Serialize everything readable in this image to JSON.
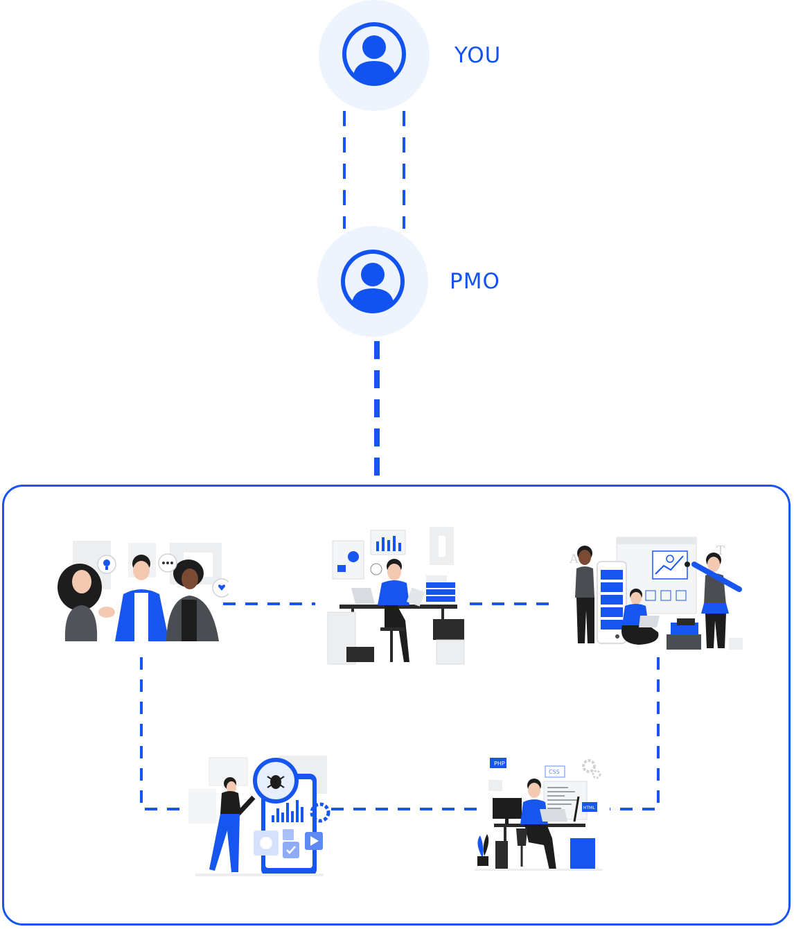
{
  "nodes": {
    "you": {
      "label": "YOU",
      "icon": "user-avatar-icon"
    },
    "pmo": {
      "label": "PMO",
      "icon": "user-avatar-icon"
    }
  },
  "team": {
    "members": [
      {
        "icon": "team-discussion-illustration"
      },
      {
        "icon": "office-desk-worker-illustration"
      },
      {
        "icon": "ui-design-team-illustration"
      },
      {
        "icon": "app-testing-bug-illustration"
      },
      {
        "icon": "web-developer-illustration"
      }
    ]
  },
  "colors": {
    "accent": "#1756ee",
    "node_bg": "#eef4fe",
    "dark_gray": "#4a4e53",
    "light_gray": "#e9ebee"
  }
}
